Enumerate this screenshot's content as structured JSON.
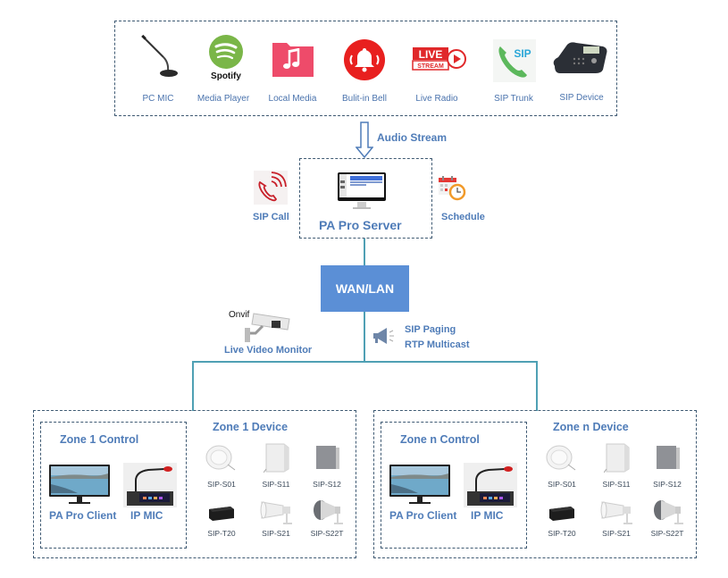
{
  "sources": {
    "items": [
      {
        "label": "PC MIC",
        "icon": "microphone-icon"
      },
      {
        "label": "Media Player",
        "icon": "spotify-icon",
        "logo_text": "Spotify"
      },
      {
        "label": "Local Media",
        "icon": "music-folder-icon"
      },
      {
        "label": "Bulit-in Bell",
        "icon": "bell-icon"
      },
      {
        "label": "Live Radio",
        "icon": "live-stream-icon",
        "logo_top": "LIVE",
        "logo_bottom": "STREAM"
      },
      {
        "label": "SIP Trunk",
        "icon": "sip-phone-icon",
        "logo_text": "SIP"
      },
      {
        "label": "SIP Device",
        "icon": "desk-phone-icon"
      }
    ]
  },
  "audio_stream": {
    "label": "Audio Stream"
  },
  "server": {
    "label": "PA Pro Server",
    "sip_call": "SIP Call",
    "schedule": "Schedule"
  },
  "network": {
    "label": "WAN/LAN"
  },
  "monitor": {
    "label": "Live Video Monitor",
    "logo_text": "Onvif"
  },
  "paging": {
    "line1": "SIP Paging",
    "line2": "RTP Multicast"
  },
  "zones": [
    {
      "control_title": "Zone 1 Control",
      "device_title": "Zone 1 Device",
      "client_label": "PA Pro Client",
      "mic_label": "IP MIC",
      "devices": [
        "SIP-S01",
        "SIP-S11",
        "SIP-S12",
        "SIP-T20",
        "SIP-S21",
        "SIP-S22T"
      ]
    },
    {
      "control_title": "Zone n Control",
      "device_title": "Zone n Device",
      "client_label": "PA Pro Client",
      "mic_label": "IP MIC",
      "devices": [
        "SIP-S01",
        "SIP-S11",
        "SIP-S12",
        "SIP-T20",
        "SIP-S21",
        "SIP-S22T"
      ]
    }
  ],
  "colors": {
    "label_blue": "#4f7cb8",
    "network_box": "#5b8fd6",
    "connector": "#4fa0b4",
    "dashed_border": "#3f5a73"
  }
}
